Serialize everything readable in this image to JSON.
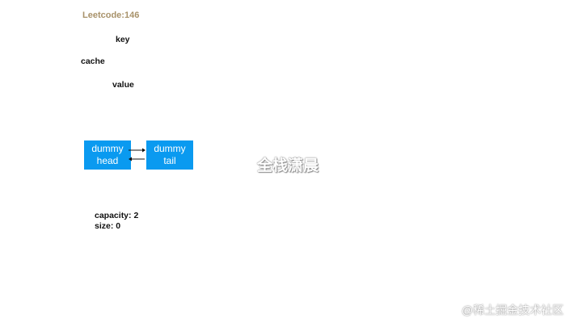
{
  "title": "Leetcode:146",
  "colors": {
    "title": "#a8926a",
    "node_fill": "#0a9af0",
    "text": "#111111",
    "arrow": "#111111"
  },
  "labels": {
    "key": "key",
    "cache": "cache",
    "value": "value"
  },
  "nodes": {
    "head": {
      "line1": "dummy",
      "line2": "head"
    },
    "tail": {
      "line1": "dummy",
      "line2": "tail"
    }
  },
  "stats": {
    "capacity": "capacity: 2",
    "size": "size: 0"
  },
  "watermarks": {
    "center": "全栈潇晨",
    "corner": "@稀土掘金技术社区"
  }
}
